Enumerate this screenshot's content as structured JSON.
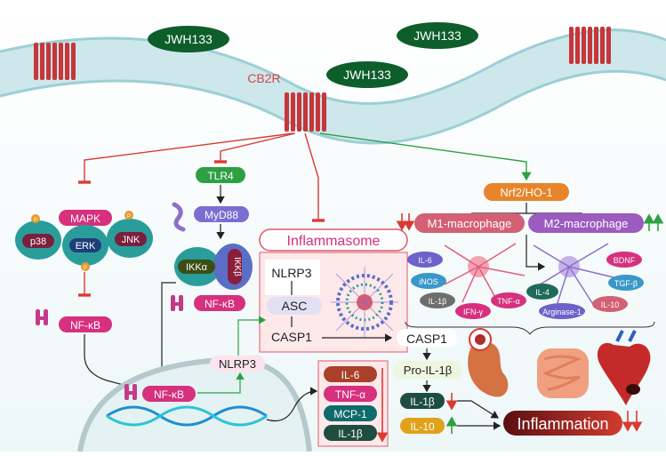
{
  "ligand": {
    "top_left": "JWH133",
    "top_right": "JWH133",
    "center": "JWH133"
  },
  "receptor": {
    "label": "CB2R"
  },
  "left_branch": {
    "mapk": "MAPK",
    "p38": "p38",
    "erk": "ERK",
    "jnk": "JNK",
    "p": "P",
    "nfkb": "NF-κB"
  },
  "tlr_branch": {
    "tlr4": "TLR4",
    "myd88": "MyD88",
    "ikka": "IKKα",
    "ikkb": "IKKβ",
    "nfkb": "NF-κB"
  },
  "inflammasome": {
    "title": "Inflammasome",
    "nlrp3": "NLRP3",
    "asc": "ASC",
    "casp1": "CASP1"
  },
  "nucleus": {
    "nfkb": "NF-κB",
    "nlrp3": "NLRP3"
  },
  "cytokines": [
    "IL-6",
    "TNF-α",
    "MCP-1",
    "IL-1β"
  ],
  "casp_path": {
    "casp1": "CASP1",
    "pro_il1b": "Pro-IL-1β",
    "il1b": "IL-1β",
    "il10": "IL-10"
  },
  "nrf2": {
    "label": "Nrf2/HO-1",
    "m1": "M1-macrophage",
    "m2": "M2-macrophage",
    "m1_markers": [
      "IL-6",
      "iNOS",
      "IL-1β",
      "IFN-γ",
      "TNF-α"
    ],
    "m2_markers": [
      "BDNF",
      "TGF-β",
      "IL-4",
      "Arginase-1",
      "IL-10"
    ]
  },
  "outcome": {
    "label": "Inflammation"
  },
  "colors": {
    "ligand": "#0d5e2a",
    "receptor": "#c8353a",
    "green": "#2ea043",
    "red": "#d93a32",
    "magenta": "#d6307e",
    "purple": "#7a3fa8",
    "teal": "#0f6b6b",
    "orange": "#e0a21a"
  }
}
